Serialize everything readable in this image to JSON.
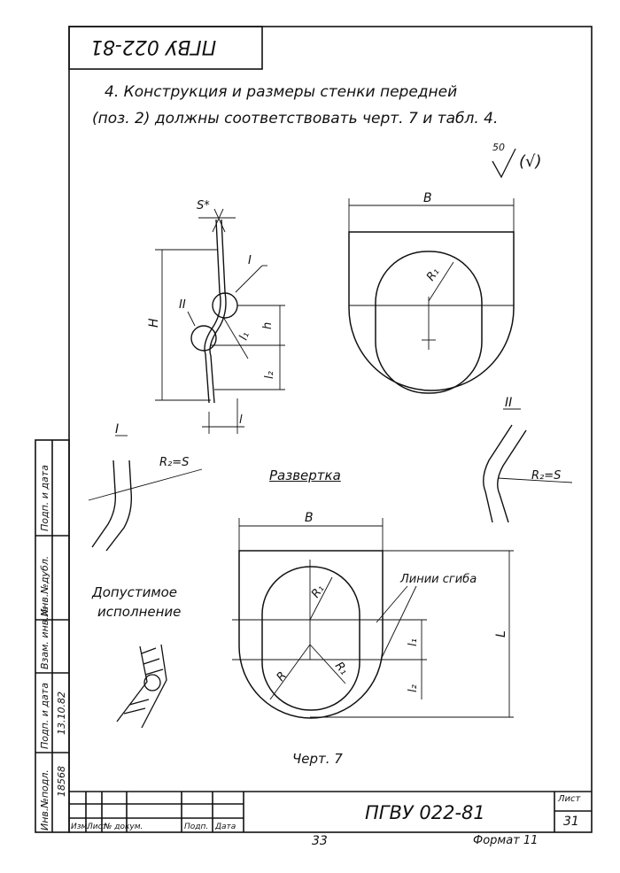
{
  "code_box": "ПГВУ 022-81",
  "note_line1": "4. Конструкция и размеры стенки передней",
  "note_line2": "(поз. 2) должны соответствовать черт. 7 и табл. 4.",
  "roughness": {
    "value": "50",
    "paren": "(√)"
  },
  "side_view_labels": {
    "s": "S*",
    "H": "H",
    "I": "I",
    "II": "II",
    "l1": "l₁",
    "h": "h",
    "l2": "l₂",
    "l": "l"
  },
  "front_view_labels": {
    "B": "B",
    "R1": "R₁"
  },
  "detail_I": {
    "title": "I",
    "r2": "R₂=S"
  },
  "detail_II": {
    "title": "II",
    "r2": "R₂=S"
  },
  "development": {
    "title": "Развертка",
    "B": "B",
    "R1_top": "R₁",
    "R": "R",
    "R1_bottom": "R₁",
    "bend_lines": "Линии сгиба",
    "L": "L",
    "l1": "l₁",
    "l2": "l₂"
  },
  "alt_design": {
    "line1": "Допустимое",
    "line2": "исполнение"
  },
  "drawing_caption": "Черт. 7",
  "side_columns": [
    "Инв.№подл.",
    "Подп. и дата",
    "Взам. инв.№",
    "Инв.№дубл.",
    "Подп. и дата"
  ],
  "side_values": {
    "inv": "18568",
    "date": "13.10.82"
  },
  "title_block": {
    "headers": [
      "Изм.",
      "Лист",
      "№ докум.",
      "Подп.",
      "Дата"
    ],
    "doc_code": "ПГВУ 022-81",
    "sheet_label": "Лист",
    "sheet_number": "31"
  },
  "page_number": "33",
  "format_label": "Формат 11"
}
